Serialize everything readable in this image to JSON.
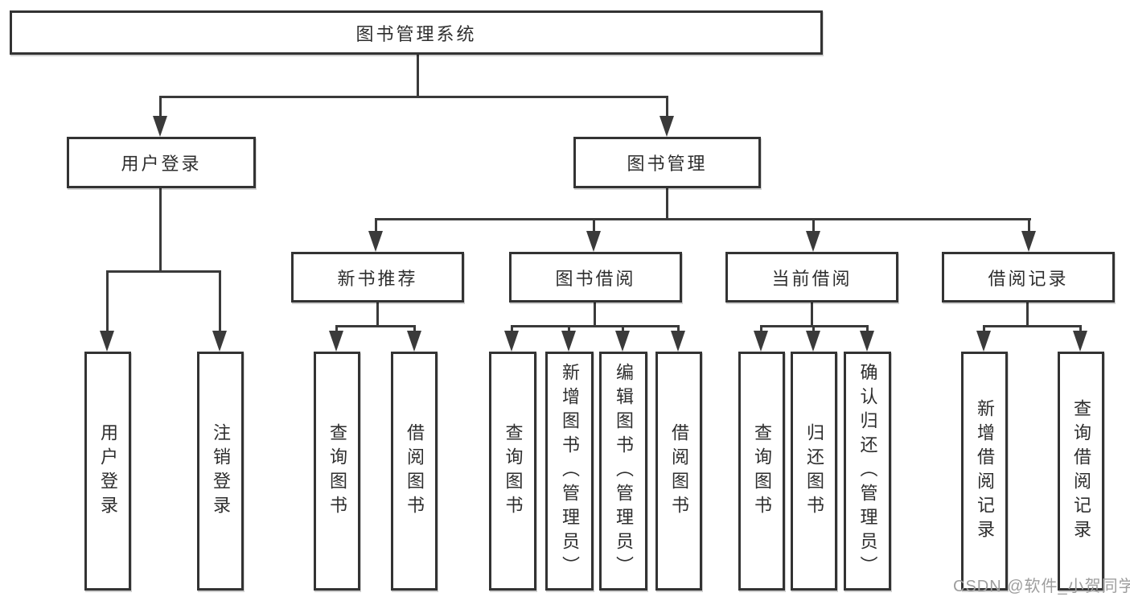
{
  "diagram_title": "图书管理系统",
  "tree": {
    "label": "图书管理系统",
    "children": [
      {
        "label": "用户登录",
        "children": [
          {
            "label": "用户登录"
          },
          {
            "label": "注销登录"
          }
        ]
      },
      {
        "label": "图书管理",
        "children": [
          {
            "label": "新书推荐",
            "children": [
              {
                "label": "查询图书"
              },
              {
                "label": "借阅图书"
              }
            ]
          },
          {
            "label": "图书借阅",
            "children": [
              {
                "label": "查询图书"
              },
              {
                "label": "新增图书（管理员）"
              },
              {
                "label": "编辑图书（管理员）"
              },
              {
                "label": "借阅图书"
              }
            ]
          },
          {
            "label": "当前借阅",
            "children": [
              {
                "label": "查询图书"
              },
              {
                "label": "归还图书"
              },
              {
                "label": "确认归还（管理员）"
              }
            ]
          },
          {
            "label": "借阅记录",
            "children": [
              {
                "label": "新增借阅记录"
              },
              {
                "label": "查询借阅记录"
              }
            ]
          }
        ]
      }
    ]
  },
  "watermark": {
    "text": "CSDN @软件_小贺同学"
  },
  "colors": {
    "line": "#3a3a3a",
    "box_border": "#333333",
    "box_fill": "#ffffff",
    "text": "#2e2e2e",
    "watermark": "#9e9e9e",
    "background": "#ffffff"
  }
}
